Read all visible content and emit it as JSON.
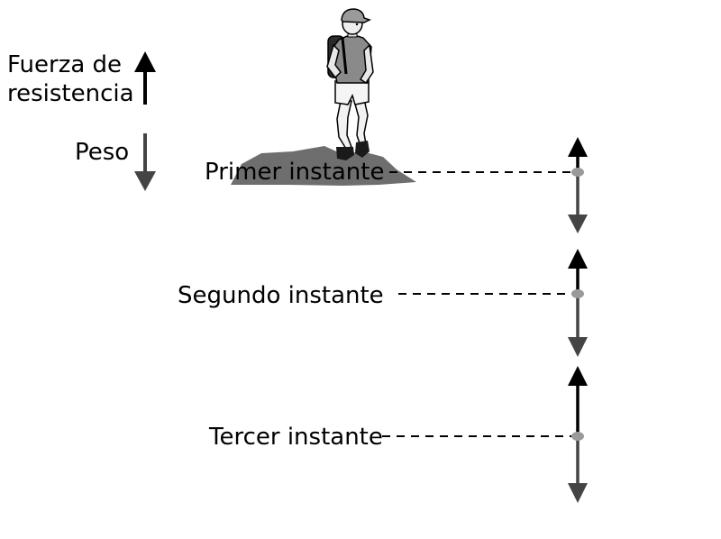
{
  "legend": {
    "resistance_label_line1": "Fuerza de",
    "resistance_label_line2": "resistencia",
    "weight_label": "Peso"
  },
  "instants": [
    {
      "label": "Primer instante"
    },
    {
      "label": "Segundo instante"
    },
    {
      "label": "Tercer instante"
    }
  ],
  "colors": {
    "resistance_arrow": "#000000",
    "weight_arrow": "#444444",
    "rock": "#6e6e6e",
    "point": "#9a9a9a",
    "dashed_line": "#000000"
  },
  "icons": {
    "hiker": "hiker-illustration",
    "rock": "rock-ledge"
  }
}
